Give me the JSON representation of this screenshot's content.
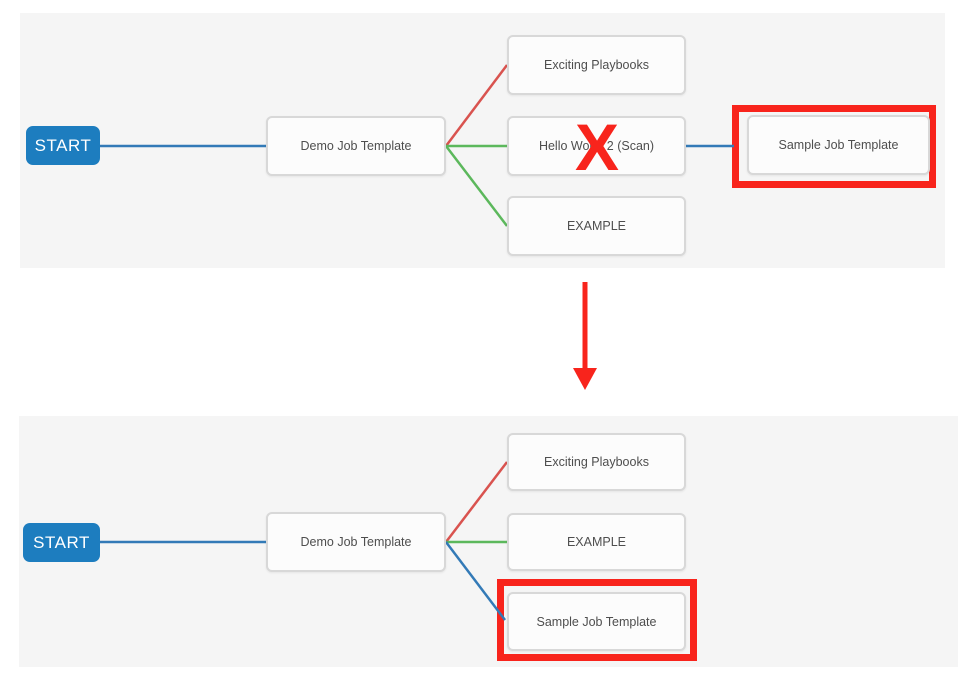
{
  "colors": {
    "page_bg": "#ffffff",
    "panel_bg": "#f5f5f5",
    "node_bg": "#fcfcfc",
    "node_border": "#d8d8d8",
    "node_text": "#4e4e4e",
    "start_bg": "#1d7dbf",
    "start_text": "#ffffff",
    "edge_blue": "#337ab7",
    "edge_red": "#d9534f",
    "edge_green": "#5cb85c",
    "annotation_red": "#f8241c"
  },
  "before": {
    "start_label": "START",
    "root_label": "Demo Job Template",
    "branch_top_label": "Exciting Playbooks",
    "branch_middle_label": "Hello World 2 (Scan)",
    "branch_bottom_label": "EXAMPLE",
    "leaf_label": "Sample Job Template",
    "x_mark": "X"
  },
  "after": {
    "start_label": "START",
    "root_label": "Demo Job Template",
    "branch_top_label": "Exciting Playbooks",
    "branch_middle_label": "EXAMPLE",
    "branch_bottom_label": "Sample Job Template"
  }
}
